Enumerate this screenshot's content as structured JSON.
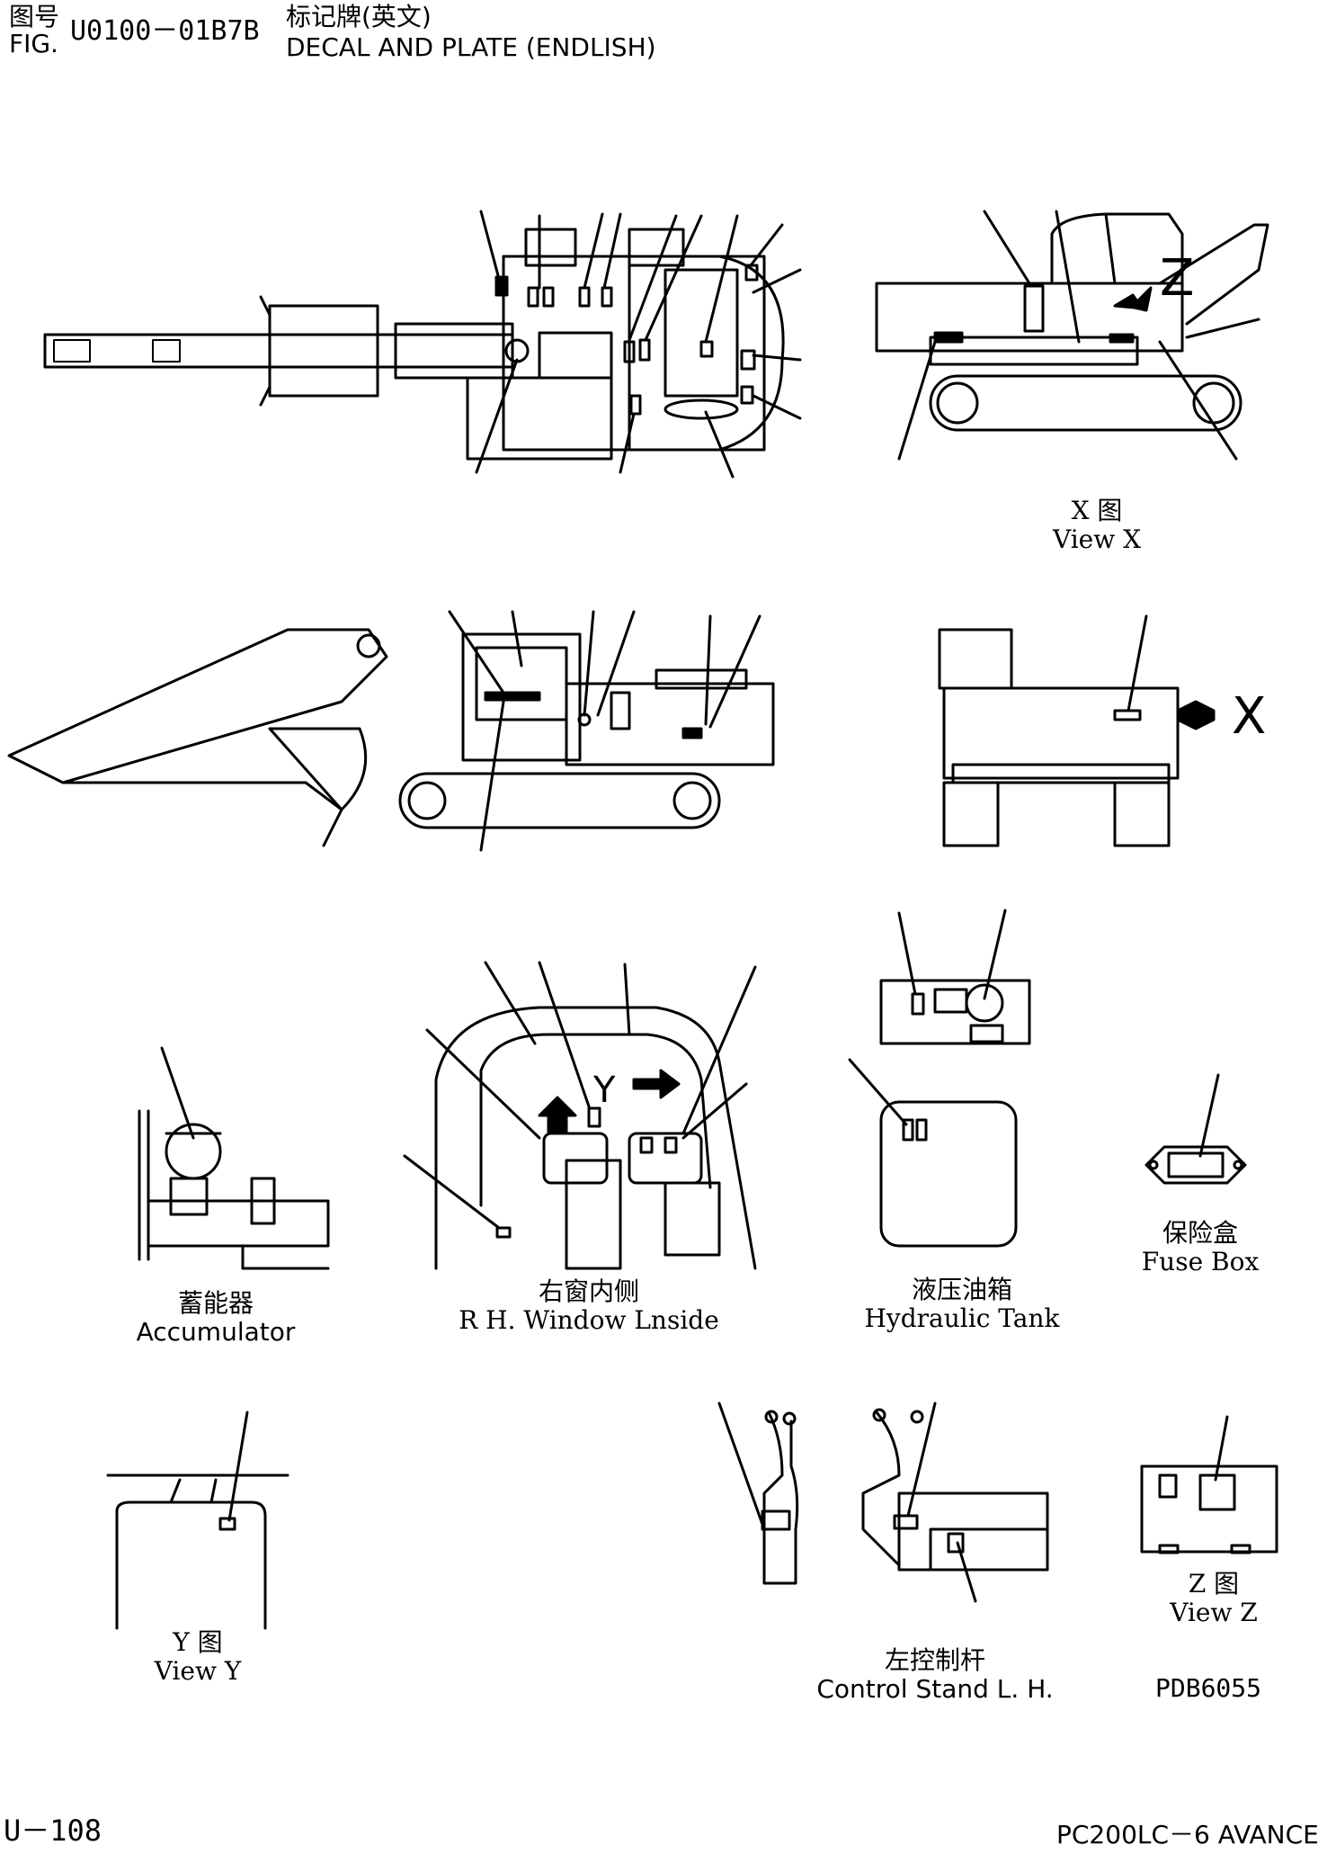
{
  "header": {
    "fig_cn": "图号",
    "fig_en": "FIG.",
    "fig_number": "U0100－01B7B",
    "title_cn": "标记牌(英文)",
    "title_en": "DECAL AND PLATE (ENDLISH)"
  },
  "views": {
    "view_x": {
      "cn": "X 图",
      "en": "View X"
    },
    "accumulator": {
      "cn": "蓄能器",
      "en": "Accumulator"
    },
    "rh_window": {
      "cn": "右窗内侧",
      "en": "R H. Window Lnside"
    },
    "hydraulic_tank": {
      "cn": "液压油箱",
      "en": "Hydraulic Tank"
    },
    "fuse_box": {
      "cn": "保险盒",
      "en": "Fuse Box"
    },
    "view_y": {
      "cn": "Y 图",
      "en": "View Y"
    },
    "control_stand": {
      "cn": "左控制杆",
      "en": "Control Stand L. H."
    },
    "view_z": {
      "cn": "Z 图",
      "en": "View Z"
    }
  },
  "markers": {
    "x_arrow": "X",
    "z_mark": "Z",
    "y_mark": "Y"
  },
  "footer": {
    "drawing_code": "PDB6055",
    "page": "U－108",
    "model": "PC200LC－6 AVANCE"
  }
}
